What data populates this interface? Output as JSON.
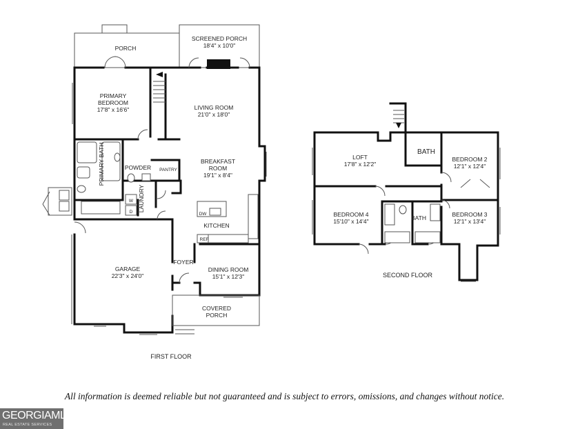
{
  "floors": {
    "first": {
      "label": "FIRST FLOOR",
      "rooms": {
        "porch": "PORCH",
        "screened_porch": {
          "name": "SCREENED PORCH",
          "size": "18'4\" x 10'0\""
        },
        "primary_bedroom": {
          "name_line1": "PRIMARY",
          "name_line2": "BEDROOM",
          "size": "17'8\" x 16'6\""
        },
        "living_room": {
          "name": "LIVING ROOM",
          "size": "21'0\" x 18'0\""
        },
        "breakfast_room": {
          "name_line1": "BREAKFAST",
          "name_line2": "ROOM",
          "size": "19'1\" x 8'4\""
        },
        "primary_bath": "PRIMARY BATH",
        "powder": "POWDER",
        "pantry": "PANTRY",
        "laundry": "LAUNDRY",
        "washer": "W",
        "dryer": "D",
        "kitchen": "KITCHEN",
        "dishwasher": "DW",
        "refrigerator": "REF",
        "garage": {
          "name": "GARAGE",
          "size": "22'3\" x 24'0\""
        },
        "foyer": "FOYER",
        "dining_room": {
          "name": "DINING ROOM",
          "size": "15'1\" x 12'3\""
        },
        "covered_porch": {
          "name_line1": "COVERED",
          "name_line2": "PORCH"
        }
      }
    },
    "second": {
      "label": "SECOND FLOOR",
      "rooms": {
        "loft": {
          "name": "LOFT",
          "size": "17'8\" x 12'2\""
        },
        "bath_upper": "BATH",
        "bedroom2": {
          "name": "BEDROOM 2",
          "size": "12'1\" x 12'4\""
        },
        "bedroom4": {
          "name": "BEDROOM 4",
          "size": "15'10\" x 14'4\""
        },
        "bath_lower": "BATH",
        "bedroom3": {
          "name": "BEDROOM 3",
          "size": "12'1\" x 13'4\""
        }
      }
    }
  },
  "disclaimer": "All information is deemed reliable but not guaranteed and is subject to errors, omissions, and changes without notice.",
  "logo": {
    "text": "GEORGIAMLS",
    "subtitle": "REAL ESTATE SERVICES",
    "color": "#6f6f6f"
  }
}
